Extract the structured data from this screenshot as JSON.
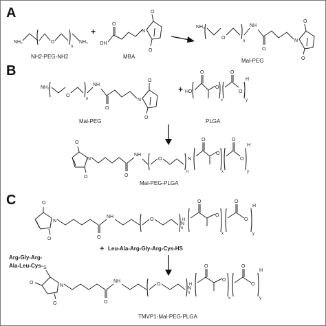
{
  "panels": {
    "a": "A",
    "b": "B",
    "c": "C"
  },
  "atoms": {
    "nh2": "NH₂",
    "o": "O",
    "n": "N",
    "nh": "NH",
    "ho": "HO",
    "oh": "OH",
    "h": "H",
    "s": "S",
    "x": "x",
    "y": "y",
    "ns": "n",
    "plus": "+"
  },
  "labels": {
    "nh2peg": "NH2-PEG-NH2",
    "mba": "MBA",
    "malpeg_a": "Mal-PEG",
    "malpeg_b": "Mal-PEG",
    "plga": "PLGA",
    "malpegplga": "Mal-PEG-PLGA",
    "peptide": "Leu-Ala-Arg-Gly-Arg-Cys-HS",
    "pep1": "Arg-Gly-Arg-",
    "pep2": "Ala-Leu-Cys-",
    "tmvp": "TMVP1-Mal-PEG-PLGA"
  }
}
